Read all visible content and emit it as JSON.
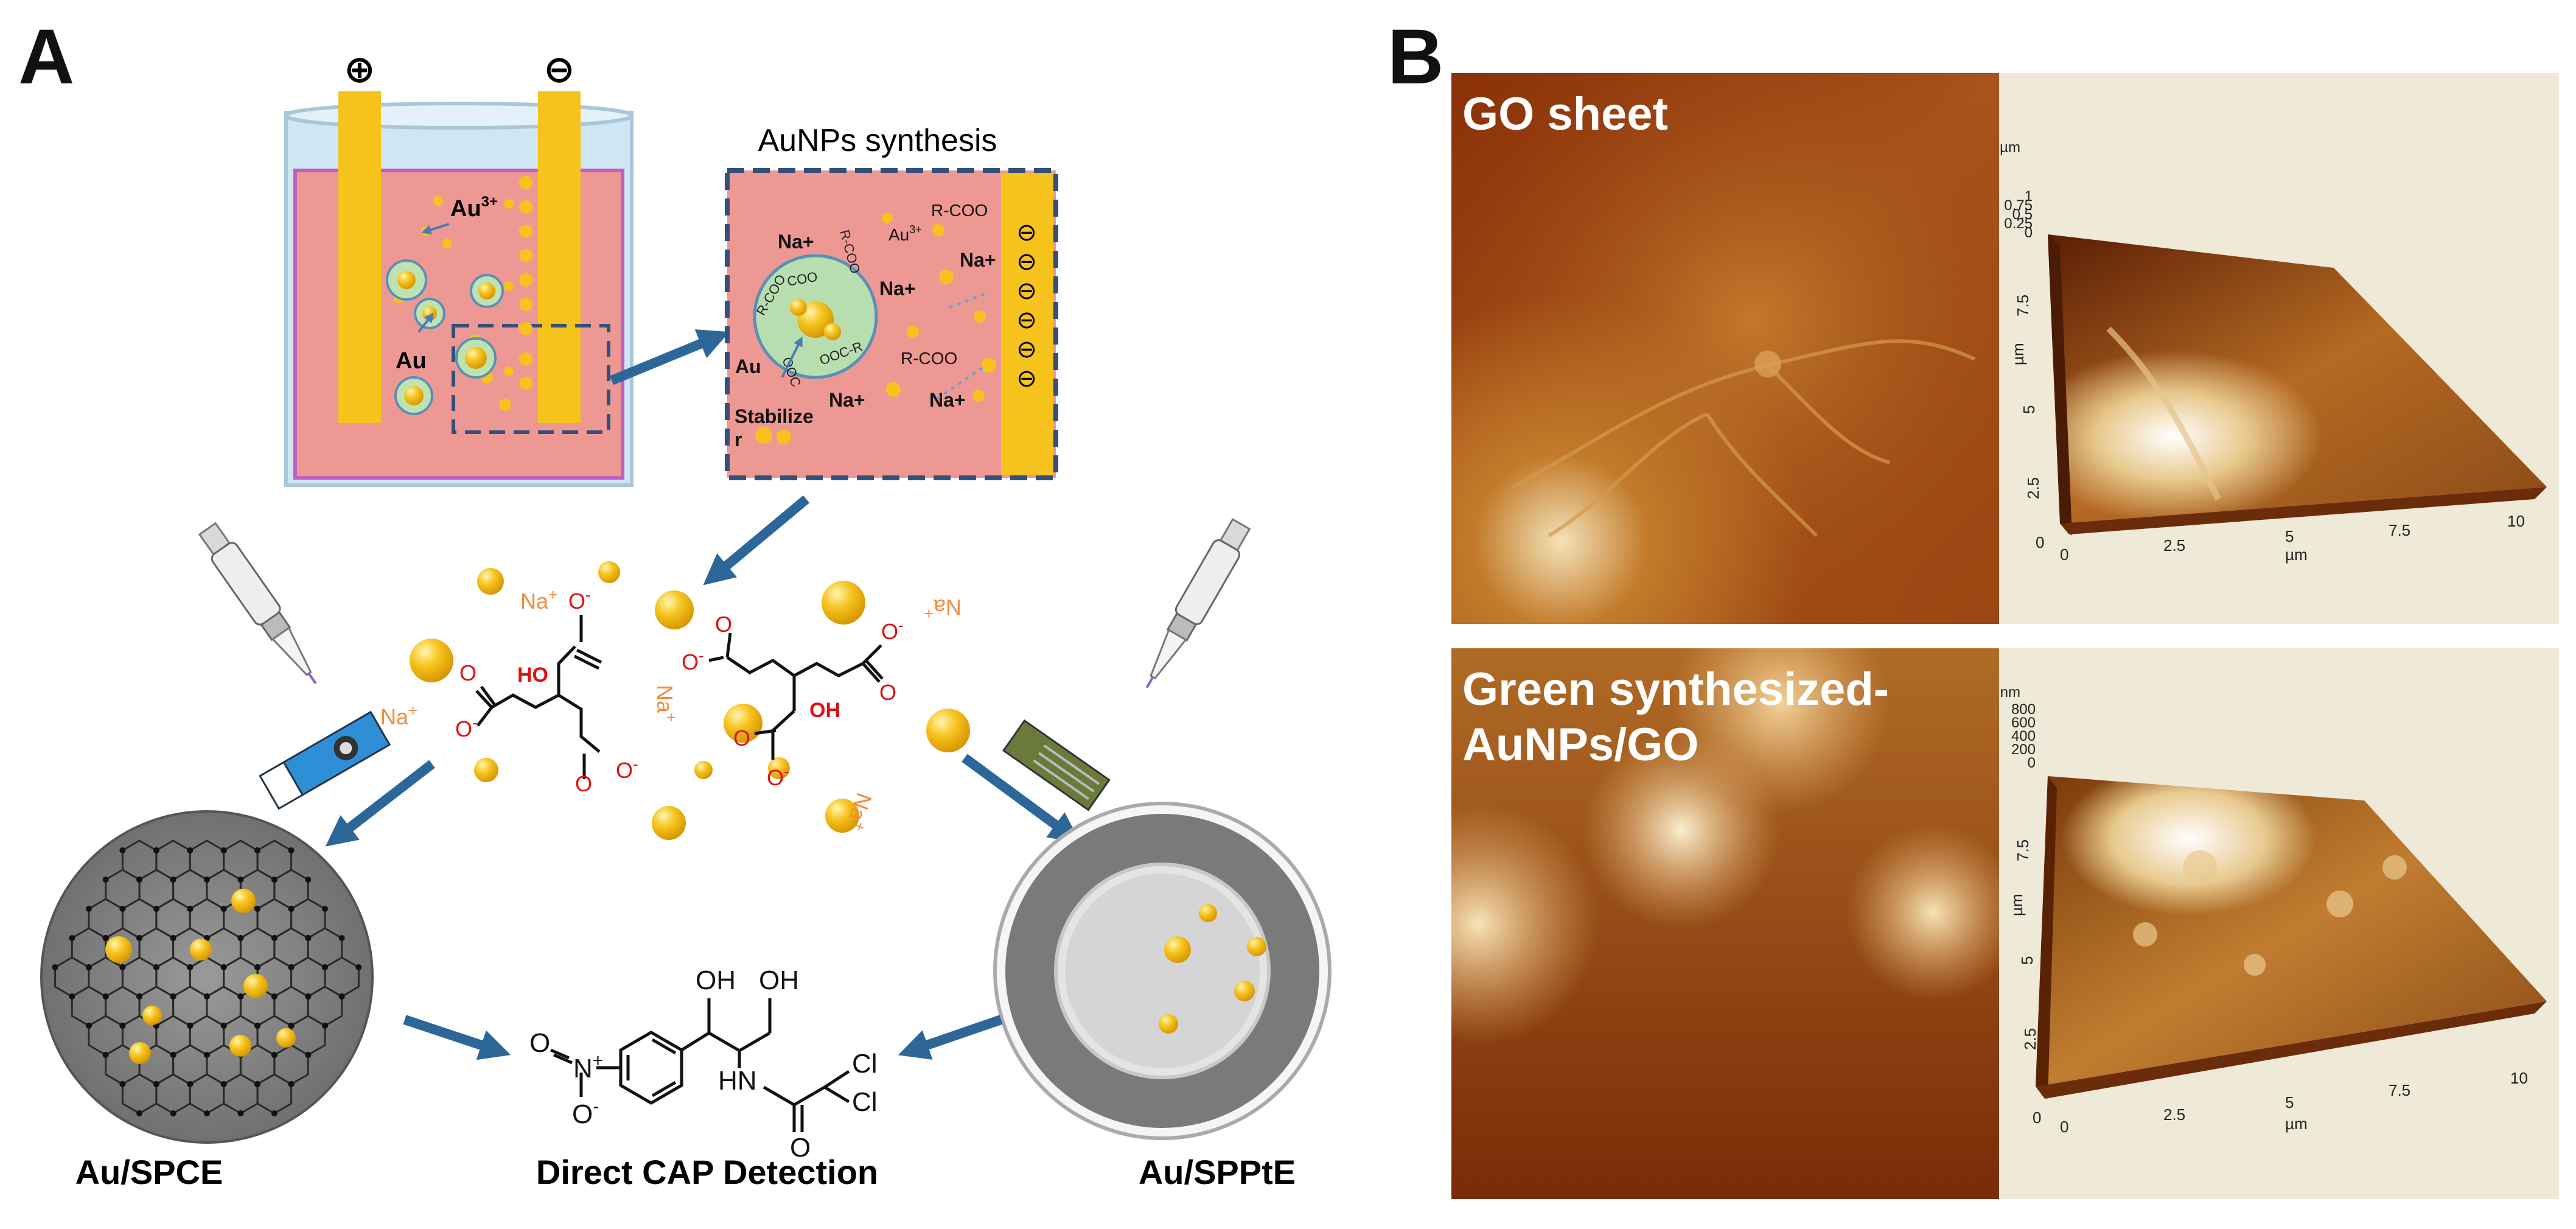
{
  "panels": {
    "a": {
      "letter": "A"
    },
    "b": {
      "letter": "B"
    }
  },
  "beaker": {
    "anode_symbol": "⊕",
    "cathode_symbol": "⊖",
    "ion_label": "Au",
    "ion_charge": "3+",
    "particle_label": "Au"
  },
  "synthesis_box": {
    "title": "AuNPs synthesis",
    "core_label": "Au",
    "stabilizer_label": "Stabilize\nr",
    "sodium": "Na+",
    "carboxylate": "R-COO",
    "carboxylate_ring": [
      "R-COO",
      "COO",
      "R-COO",
      "OOC",
      "OOC-R"
    ],
    "gold_ion": "Au",
    "gold_ion_charge": "3+",
    "electrode_charges": [
      "⊖",
      "⊖",
      "⊖",
      "⊖",
      "⊖",
      "⊖"
    ]
  },
  "citrate": {
    "na": "Na",
    "plus": "+",
    "o": "O",
    "minus": "-",
    "oh": "HO",
    "oh2": "OH"
  },
  "electrodes": {
    "left_label": "Au/SPCE",
    "right_label": "Au/SPPtE",
    "center_label": "Direct CAP Detection"
  },
  "cap_molecule": {
    "oh_top1": "OH",
    "oh_top2": "OH",
    "nh": "HN",
    "cl1": "Cl",
    "cl2": "Cl",
    "o": "O",
    "n": "N",
    "nplus": "+",
    "o_minus": "O",
    "minus": "-"
  },
  "afm": {
    "top_label": "GO sheet",
    "bottom_label": "Green synthesized-\nAuNPs/GO",
    "top_3d": {
      "unit_z": "µm",
      "z_ticks": [
        "1",
        "0.75",
        "0.5",
        "0.25",
        "0"
      ],
      "y_unit": "µm",
      "y_ticks": [
        "7.5",
        "5",
        "2.5"
      ],
      "x_unit": "µm",
      "x_ticks": [
        "0",
        "2.5",
        "5",
        "7.5",
        "10"
      ],
      "origin": "0"
    },
    "bottom_3d": {
      "unit_z": "nm",
      "z_ticks": [
        "800",
        "600",
        "400",
        "200",
        "0"
      ],
      "y_unit": "µm",
      "y_ticks": [
        "7.5",
        "5",
        "2.5"
      ],
      "x_unit": "µm",
      "x_ticks": [
        "0",
        "2.5",
        "5",
        "7.5",
        "10"
      ],
      "origin": "0"
    }
  },
  "colors": {
    "gold": "#f6c31d",
    "solution": "#ee9894",
    "arrow": "#2d6699",
    "afm_bg": "#efe9d8"
  }
}
